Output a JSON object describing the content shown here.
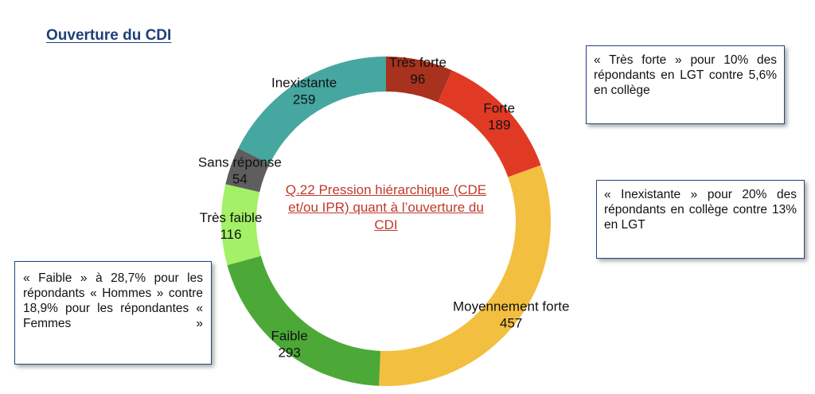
{
  "header": {
    "title": "Ouverture du CDI"
  },
  "chart_data": {
    "type": "pie",
    "donut": true,
    "center_label": "Q.22 Pression hiérarchique (CDE et/ou IPR) quant à l’ouverture du CDI",
    "slices": [
      {
        "label": "Très forte",
        "value": 96,
        "color": "#a8321d"
      },
      {
        "label": "Forte",
        "value": 189,
        "color": "#e03a25"
      },
      {
        "label": "Moyennement forte",
        "value": 457,
        "color": "#f2bf40"
      },
      {
        "label": "Faible",
        "value": 293,
        "color": "#4ca937"
      },
      {
        "label": "Très faible",
        "value": 116,
        "color": "#a4f066"
      },
      {
        "label": "Sans réponse",
        "value": 54,
        "color": "#5e5e5e"
      },
      {
        "label": "Inexistante",
        "value": 259,
        "color": "#45a7a0"
      }
    ]
  },
  "callouts": {
    "tres_forte": "« Très forte » pour 10% des répondants en LGT contre 5,6% en collège",
    "inexistante": "« Inexistante » pour 20% des répondants en collège contre 13% en LGT",
    "faible": "« Faible » à 28,7% pour les répondants « Hommes » contre 18,9% pour les répondantes « Femmes »"
  }
}
